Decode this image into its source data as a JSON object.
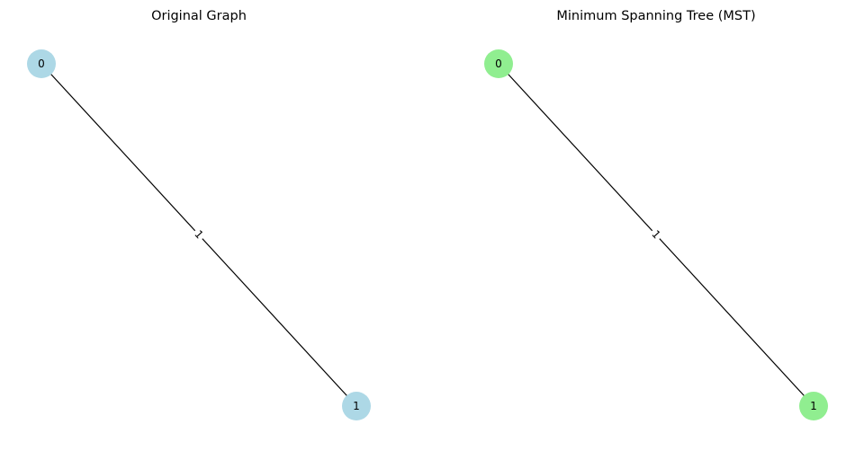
{
  "panels": [
    {
      "title": "Original Graph",
      "node_color": "#add8e6",
      "nodes": [
        {
          "label": "0"
        },
        {
          "label": "1"
        }
      ],
      "edges": [
        {
          "from": "0",
          "to": "1",
          "weight": "1"
        }
      ]
    },
    {
      "title": "Minimum Spanning Tree (MST)",
      "node_color": "#90ee90",
      "nodes": [
        {
          "label": "0"
        },
        {
          "label": "1"
        }
      ],
      "edges": [
        {
          "from": "0",
          "to": "1",
          "weight": "1"
        }
      ]
    }
  ]
}
